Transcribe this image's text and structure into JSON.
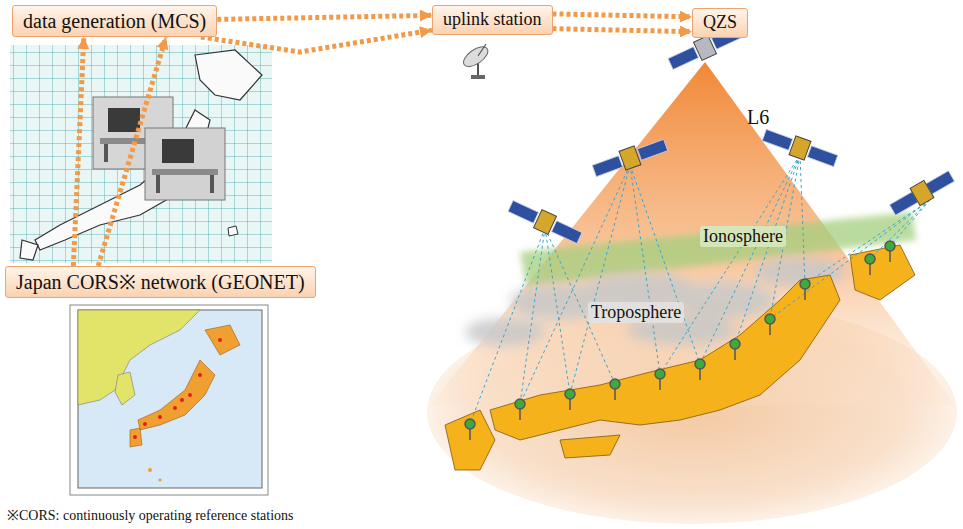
{
  "diagram": {
    "nodes": [
      {
        "text": [
          "data generation (MCS)"
        ]
      },
      {
        "text": [
          "uplink station"
        ]
      },
      {
        "text": [
          "QZS"
        ]
      },
      {
        "text": [
          "Japan CORS※ network (GEONET)"
        ]
      }
    ],
    "edges": [
      {
        "from": 3,
        "to": 0,
        "arrow": "to"
      },
      {
        "from": 0,
        "to": 1,
        "arrow": "to"
      },
      {
        "from": 1,
        "to": 2,
        "arrow": "to"
      }
    ],
    "labels": [
      "L6",
      "Ionosphere",
      "Troposphere",
      "※CORS: continuously operating reference stations"
    ]
  }
}
